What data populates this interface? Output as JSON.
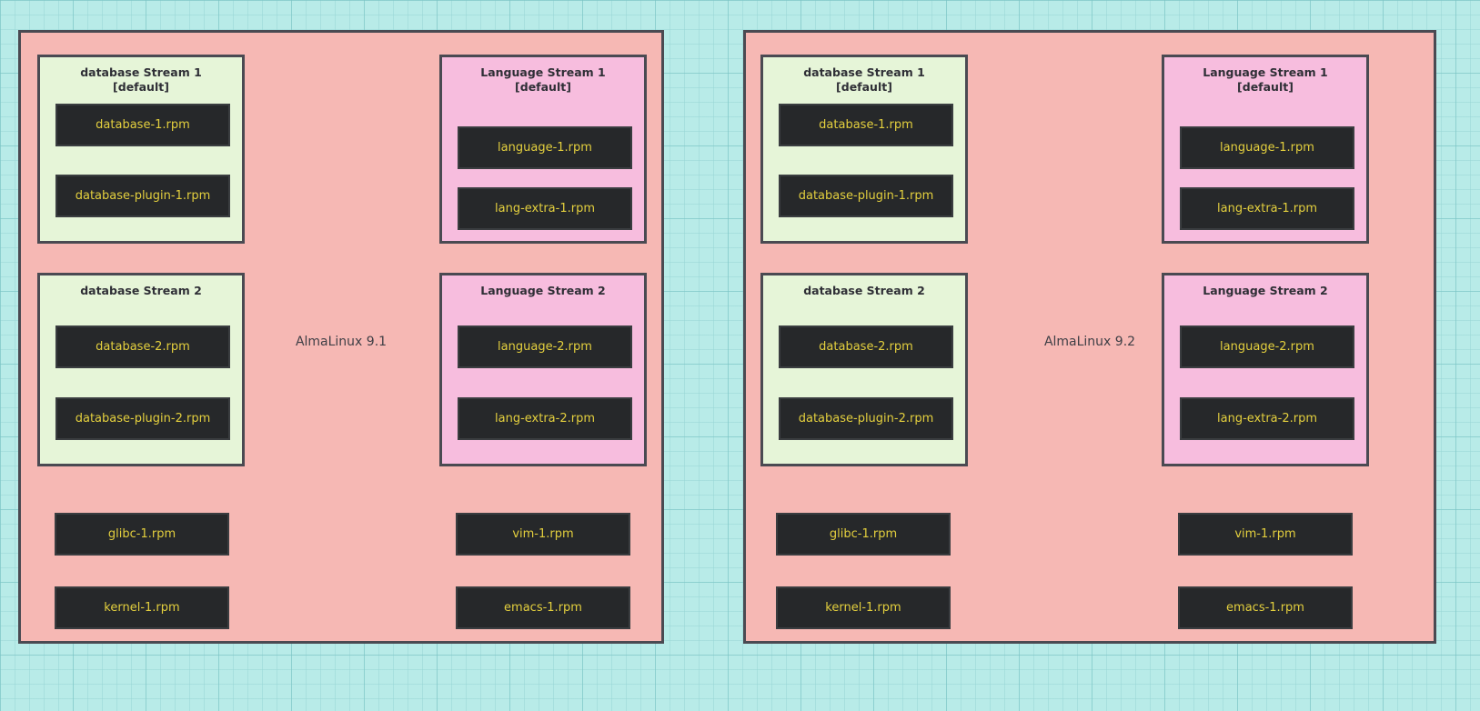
{
  "background": {
    "color": "#b8ebe8",
    "grid": "graph-paper"
  },
  "colors": {
    "panel_fill": "#f6b8b4",
    "panel_border": "#4a4a52",
    "database_stream_fill": "#e6f5d8",
    "language_stream_fill": "#f7bdde",
    "rpm_fill": "#26282a",
    "rpm_text": "#e3cf3e",
    "title_text": "#2f2f36"
  },
  "panels": [
    {
      "label": "AlmaLinux 9.1",
      "streams": [
        {
          "title": "database Stream 1",
          "subtitle": "[default]",
          "kind": "database",
          "packages": [
            "database-1.rpm",
            "database-plugin-1.rpm"
          ]
        },
        {
          "title": "database Stream 2",
          "subtitle": "",
          "kind": "database",
          "packages": [
            "database-2.rpm",
            "database-plugin-2.rpm"
          ]
        },
        {
          "title": "Language Stream 1",
          "subtitle": "[default]",
          "kind": "language",
          "packages": [
            "language-1.rpm",
            "lang-extra-1.rpm"
          ]
        },
        {
          "title": "Language Stream 2",
          "subtitle": "",
          "kind": "language",
          "packages": [
            "language-2.rpm",
            "lang-extra-2.rpm"
          ]
        }
      ],
      "base_packages": [
        "glibc-1.rpm",
        "kernel-1.rpm",
        "vim-1.rpm",
        "emacs-1.rpm"
      ]
    },
    {
      "label": "AlmaLinux 9.2",
      "streams": [
        {
          "title": "database Stream 1",
          "subtitle": "[default]",
          "kind": "database",
          "packages": [
            "database-1.rpm",
            "database-plugin-1.rpm"
          ]
        },
        {
          "title": "database Stream 2",
          "subtitle": "",
          "kind": "database",
          "packages": [
            "database-2.rpm",
            "database-plugin-2.rpm"
          ]
        },
        {
          "title": "Language Stream 1",
          "subtitle": "[default]",
          "kind": "language",
          "packages": [
            "language-1.rpm",
            "lang-extra-1.rpm"
          ]
        },
        {
          "title": "Language Stream 2",
          "subtitle": "",
          "kind": "language",
          "packages": [
            "language-2.rpm",
            "lang-extra-2.rpm"
          ]
        }
      ],
      "base_packages": [
        "glibc-1.rpm",
        "kernel-1.rpm",
        "vim-1.rpm",
        "emacs-1.rpm"
      ]
    }
  ]
}
